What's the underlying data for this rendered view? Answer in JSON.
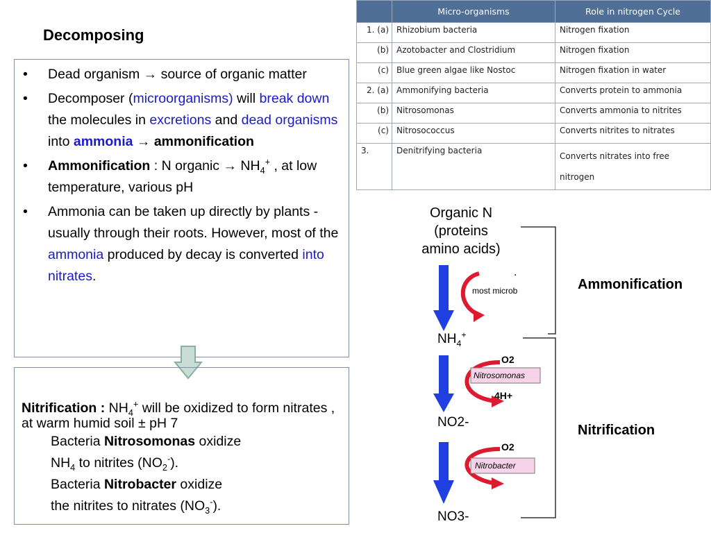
{
  "title": "Decomposing",
  "bullets": {
    "b1_a": "Dead organism",
    "b1_arrow": "→",
    "b1_b": "source of organic matter",
    "b2_a": "Decomposer (",
    "b2_b": "microorganisms)",
    "b2_c": "will",
    "b2_d": "break down",
    "b2_e": "the molecules in",
    "b2_f": "excretions",
    "b2_g": "and",
    "b2_h": "dead organisms",
    "b2_i": "into",
    "b2_j": "ammonia",
    "b2_arrow": "→",
    "b2_k": "ammonification",
    "b3_a": "Ammonification",
    "b3_b": ": N organic",
    "b3_arrow": "→",
    "b3_c": "NH",
    "b3_sub": "4",
    "b3_sup": "+",
    "b3_d": ", at low temperature, various pH",
    "b4_a": "Ammonia can be taken up directly by plants - usually through their roots. However, most of the",
    "b4_b": "ammonia",
    "b4_c": "produced by decay is converted",
    "b4_d": "into nitrates",
    "b4_e": "."
  },
  "nitrification": {
    "label": "Nitrification :",
    "t1": "NH",
    "t1_sub": "4",
    "t1_sup": "+",
    "t2": "will be oxidized to form nitrates , at warm humid soil",
    "pm": "±",
    "t3": "pH 7",
    "l2_a": "Bacteria",
    "l2_b": "Nitrosomonas",
    "l2_c": "oxidize",
    "l3_a": "NH",
    "l3_sub": "4",
    "l3_b": "to nitrites (NO",
    "l3_sub2": "2",
    "l3_sup": "-",
    "l3_c": ").",
    "l4_a": "Bacteria",
    "l4_b": "Nitrobacter",
    "l4_c": "oxidize",
    "l5_a": "the nitrites to nitrates (NO",
    "l5_sub": "3",
    "l5_sup": "-",
    "l5_b": ")."
  },
  "table": {
    "headers": [
      "Micro-organisms",
      "Role in nitrogen Cycle"
    ],
    "rows": [
      [
        "1. (a)",
        "Rhizobium bacteria",
        "Nitrogen fixation"
      ],
      [
        "(b)",
        "Azotobacter and Clostridium",
        "Nitrogen fixation"
      ],
      [
        "(c)",
        "Blue green algae like Nostoc",
        "Nitrogen fixation in water"
      ],
      [
        "2. (a)",
        "Ammonifying bacteria",
        "Converts protein to ammonia"
      ],
      [
        "(b)",
        "Nitrosomonas",
        "Converts ammonia to nitrites"
      ],
      [
        "(c)",
        "Nitrosococcus",
        "Converts nitrites to nitrates"
      ],
      [
        "3.",
        "Denitrifying bacteria",
        "Converts nitrates into free nitrogen"
      ]
    ]
  },
  "diagram": {
    "organic_n_1": "Organic N",
    "organic_n_2": "(proteins",
    "organic_n_3": "amino acids)",
    "dot": ".",
    "most_microb": "most microb",
    "nh4": "NH",
    "nh4_sub": "4",
    "nh4_sup": "+",
    "o2_1": "O2",
    "nitrosomonas": "Nitrosomonas",
    "h4": "4H+",
    "no2": "NO2-",
    "o2_2": "O2",
    "nitrobacter": "Nitrobacter",
    "no3": "NO3-",
    "ammonification": "Ammonification",
    "nitrification": "Nitrification"
  },
  "colors": {
    "blue_text": "#1a1acc",
    "table_header": "#4f6f97",
    "arrow_blue": "#1f3fe0",
    "arrow_red": "#dd1a30",
    "label_pink": "#f6d3e8"
  }
}
